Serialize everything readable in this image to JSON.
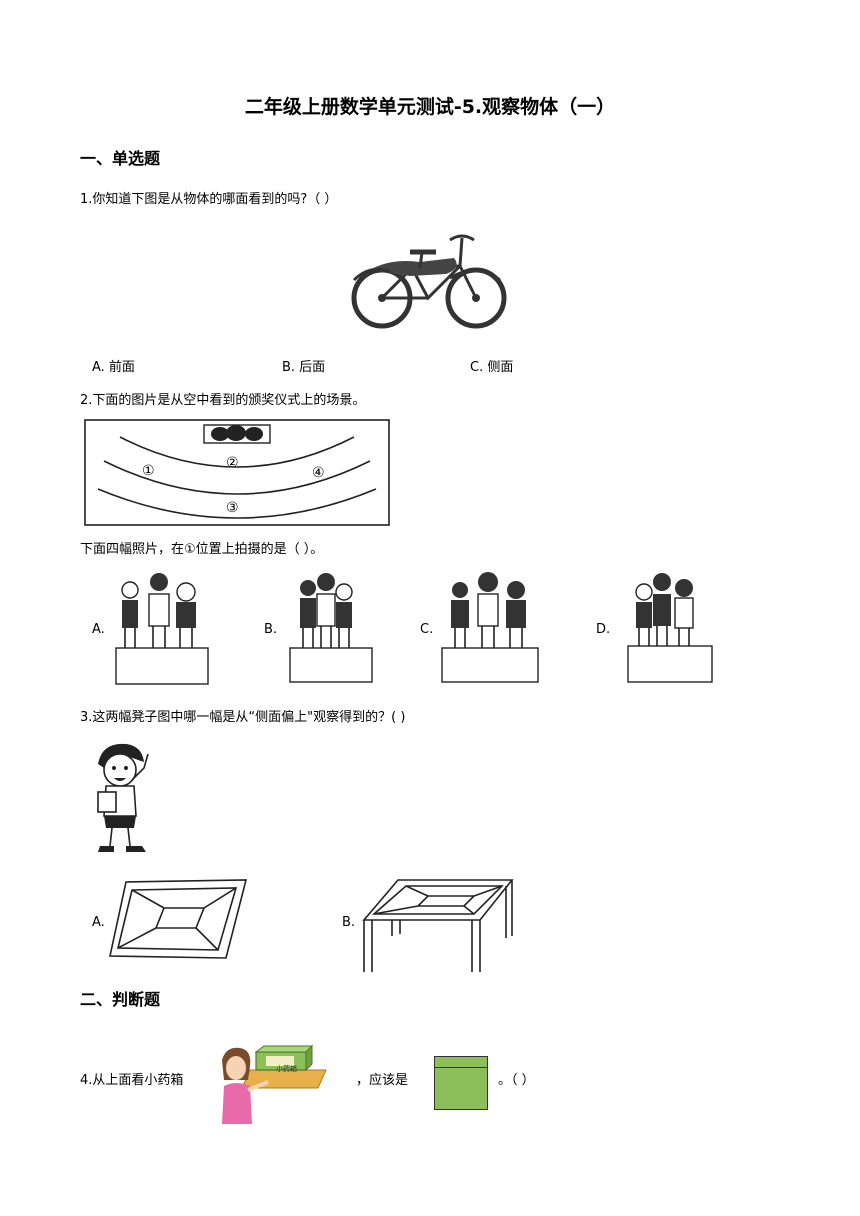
{
  "title": "二年级上册数学单元测试-5.观察物体（一）",
  "section1": {
    "heading": "一、单选题"
  },
  "q1": {
    "text": "1.你知道下图是从物体的哪面看到的吗?（    ）",
    "options": [
      "A. 前面",
      "B. 后面",
      "C. 侧面"
    ]
  },
  "q2": {
    "text": "2.下面的图片是从空中看到的颁奖仪式上的场景。",
    "positions": [
      "①",
      "②",
      "③",
      "④"
    ],
    "subtext": "下面四幅照片，在①位置上拍摄的是（      ）。",
    "options": [
      "A.",
      "B.",
      "C.",
      "D."
    ]
  },
  "q3": {
    "text": "3.这两幅凳子图中哪一幅是从“侧面偏上\"观察得到的？(     )",
    "options": [
      "A.",
      "B."
    ]
  },
  "section2": {
    "heading": "二、判断题"
  },
  "q4": {
    "text": "4.从上面看小药箱",
    "mid": "，应该是",
    "end": "。（    ）",
    "box_label": "小药箱",
    "box_color": "#8cbf5a"
  }
}
